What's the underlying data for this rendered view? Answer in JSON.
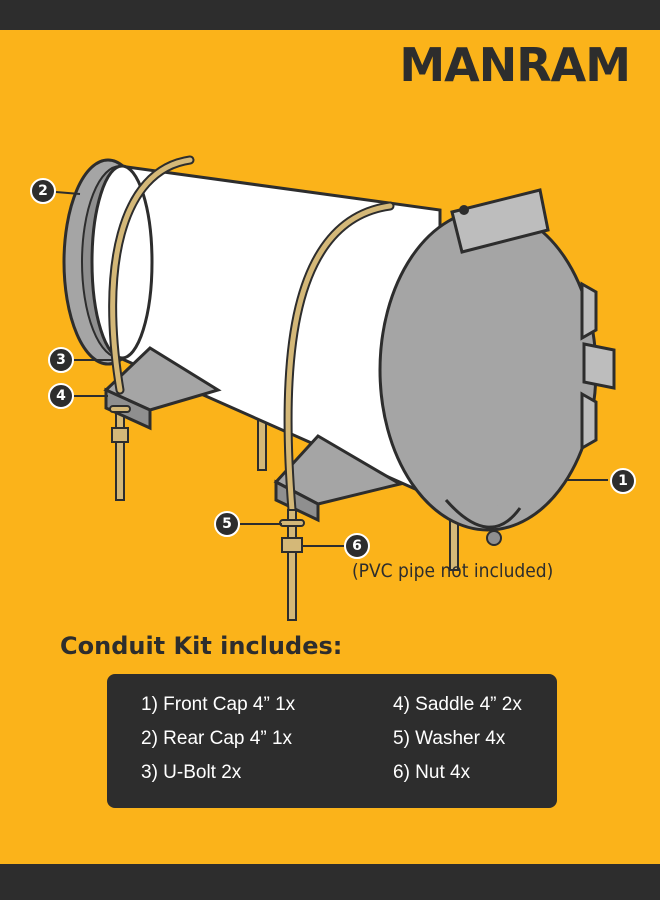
{
  "brand": {
    "name": "MANRAM"
  },
  "diagram": {
    "callouts": [
      "1",
      "2",
      "3",
      "4",
      "5",
      "6"
    ],
    "note": "(PVC pipe not included)"
  },
  "kit": {
    "title": "Conduit Kit includes:",
    "items": [
      "1) Front Cap 4” 1x",
      "2) Rear Cap 4” 1x",
      "3) U-Bolt 2x",
      "4) Saddle 4” 2x",
      "5) Washer 4x",
      "6) Nut 4x"
    ]
  },
  "colors": {
    "background": "#fbb31a",
    "dark": "#2d2d2d",
    "pipe": "#ffffff",
    "cap": "#a5a5a5",
    "ubolt": "#d4b878"
  }
}
